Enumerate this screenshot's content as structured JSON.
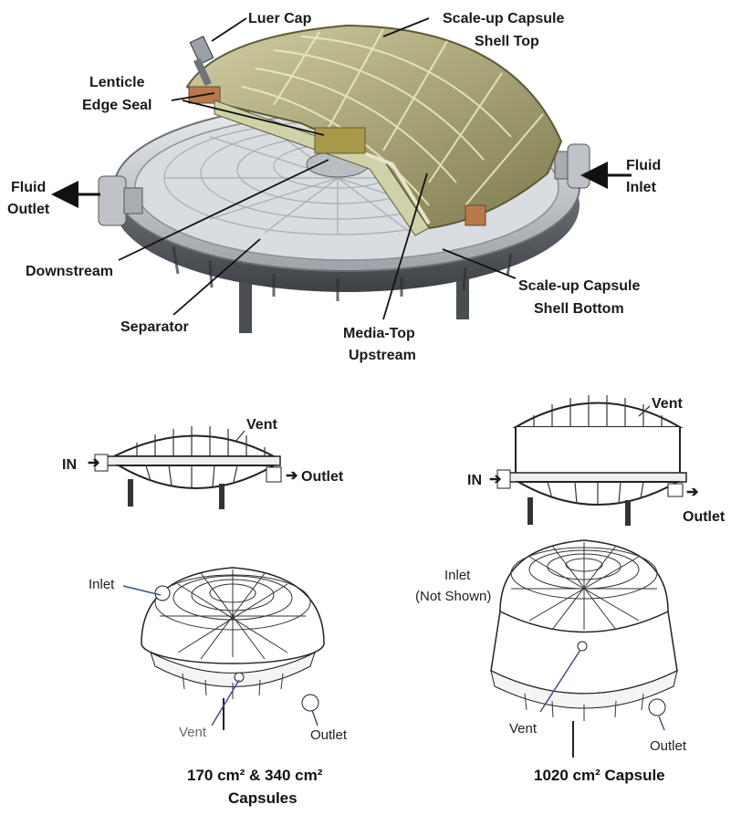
{
  "cutaway": {
    "labels": {
      "luer_cap": "Luer Cap",
      "shell_top_line1": "Scale-up Capsule",
      "shell_top_line2": "Shell Top",
      "lenticle_line1": "Lenticle",
      "lenticle_line2": "Edge Seal",
      "fluid_outlet_line1": "Fluid",
      "fluid_outlet_line2": "Outlet",
      "fluid_inlet_line1": "Fluid",
      "fluid_inlet_line2": "Inlet",
      "downstream": "Downstream",
      "separator": "Separator",
      "media_top_line1": "Media-Top",
      "media_top_line2": "Upstream",
      "shell_bottom_line1": "Scale-up Capsule",
      "shell_bottom_line2": "Shell Bottom"
    }
  },
  "side_views": {
    "small": {
      "vent": "Vent",
      "in": "IN",
      "outlet": "Outlet"
    },
    "large": {
      "vent": "Vent",
      "in": "IN",
      "outlet": "Outlet"
    }
  },
  "iso_views": {
    "small": {
      "inlet": "Inlet",
      "vent": "Vent",
      "outlet": "Outlet",
      "caption_line1": "170 cm² & 340 cm²",
      "caption_line2": "Capsules"
    },
    "large": {
      "inlet_line1": "Inlet",
      "inlet_line2": "(Not Shown)",
      "vent": "Vent",
      "outlet": "Outlet",
      "caption": "1020 cm²  Capsule"
    }
  },
  "colors": {
    "shell_top": "#a9a77a",
    "shell_top_dark": "#6d6a45",
    "metal": "#cfd3d8",
    "metal_dark": "#5c6066",
    "copper": "#b87a4a"
  }
}
